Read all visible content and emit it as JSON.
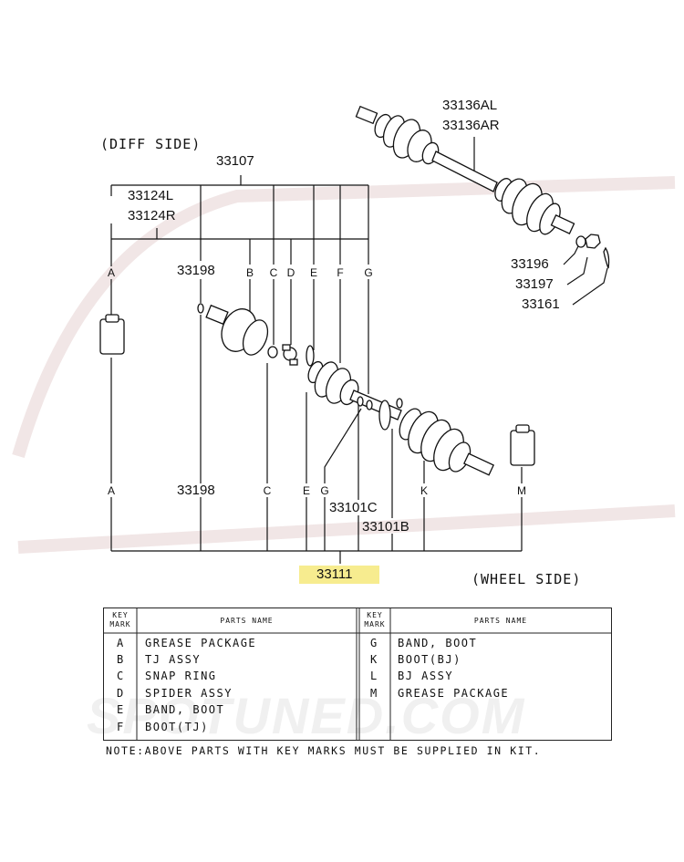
{
  "labels": {
    "diff_side": "(DIFF SIDE)",
    "wheel_side": "(WHEEL SIDE)",
    "p33107": "33107",
    "p33124l": "33124L",
    "p33124r": "33124R",
    "p33136al": "33136AL",
    "p33136ar": "33136AR",
    "p33196": "33196",
    "p33197": "33197",
    "p33161": "33161",
    "p33198_top": "33198",
    "p33198_bottom": "33198",
    "p33101c": "33101C",
    "p33101b": "33101B",
    "p33111": "33111"
  },
  "keys_top": [
    "A",
    "B",
    "C",
    "D",
    "E",
    "F",
    "G"
  ],
  "keys_bottom": [
    "A",
    "C",
    "E",
    "G",
    "K",
    "M"
  ],
  "table": {
    "header_key": "KEY MARK",
    "header_parts": "PARTS NAME",
    "left_rows": [
      {
        "key": "A",
        "name": "GREASE PACKAGE"
      },
      {
        "key": "B",
        "name": "TJ ASSY"
      },
      {
        "key": "C",
        "name": "SNAP RING"
      },
      {
        "key": "D",
        "name": "SPIDER ASSY"
      },
      {
        "key": "E",
        "name": "BAND, BOOT"
      },
      {
        "key": "F",
        "name": "BOOT(TJ)"
      }
    ],
    "right_rows": [
      {
        "key": "G",
        "name": "BAND, BOOT"
      },
      {
        "key": "K",
        "name": "BOOT(BJ)"
      },
      {
        "key": "L",
        "name": "BJ ASSY"
      },
      {
        "key": "M",
        "name": "GREASE PACKAGE"
      }
    ]
  },
  "note": "NOTE:ABOVE PARTS WITH KEY MARKS MUST BE SUPPLIED IN KIT.",
  "watermark": "SPOTUNED.COM",
  "highlight_color": "#f7ec8f"
}
